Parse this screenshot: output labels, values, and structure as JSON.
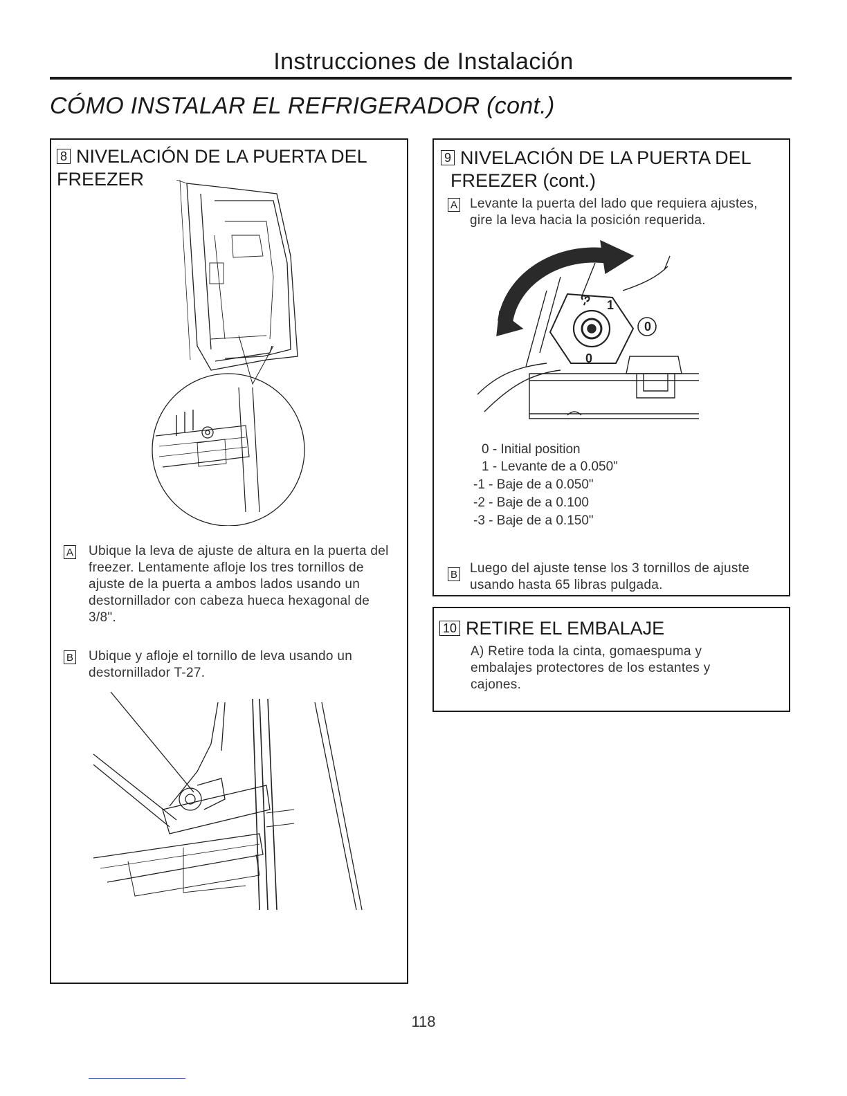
{
  "header": {
    "title": "Instrucciones de Instalación",
    "section": "CÓMO INSTALAR EL REFRIGERADOR (cont.)"
  },
  "left_box": {
    "tag": "8",
    "title": "NIVELACIÓN DE LA PUERTA DEL FREEZER",
    "steps": [
      {
        "tag": "A",
        "text": "Ubique la leva de ajuste de altura en la puerta del freezer. Lentamente afloje los tres tornillos de ajuste de la puerta a ambos lados usando un destornillador con cabeza hueca hexagonal de 3/8\"."
      },
      {
        "tag": "B",
        "text": "Ubique y afloje el tornillo de leva usando un destornillador T-27."
      }
    ]
  },
  "right_box": {
    "tag": "9",
    "title_line1": "NIVELACIÓN DE LA PUERTA DEL",
    "title_line2": "FREEZER (cont.)",
    "steps": [
      {
        "tag": "A",
        "text": "Levante la puerta del lado que requiera ajustes, gire la leva hacia la posición requerida."
      },
      {
        "tag": "B",
        "text": "Luego del ajuste tense los 3 tornillos de ajuste usando hasta 65 libras pulgada."
      }
    ],
    "legend": [
      "0 - Initial position",
      "1 - Levante de a  0.050\"",
      "-1 - Baje de a  0.050\"",
      "-2 - Baje de a  0.100",
      "-3 - Baje de a  0.150\""
    ],
    "diagram_labels": {
      "pos0_a": "0",
      "pos0_b": "0",
      "pos_minus": "-3",
      "pos_plus": "1"
    }
  },
  "packing_box": {
    "tag": "10",
    "title": "RETIRE EL EMBALAJE",
    "item": "A) Retire toda la cinta, gomaespuma y embalajes protectores de los estantes y cajones."
  },
  "page_number": "118"
}
